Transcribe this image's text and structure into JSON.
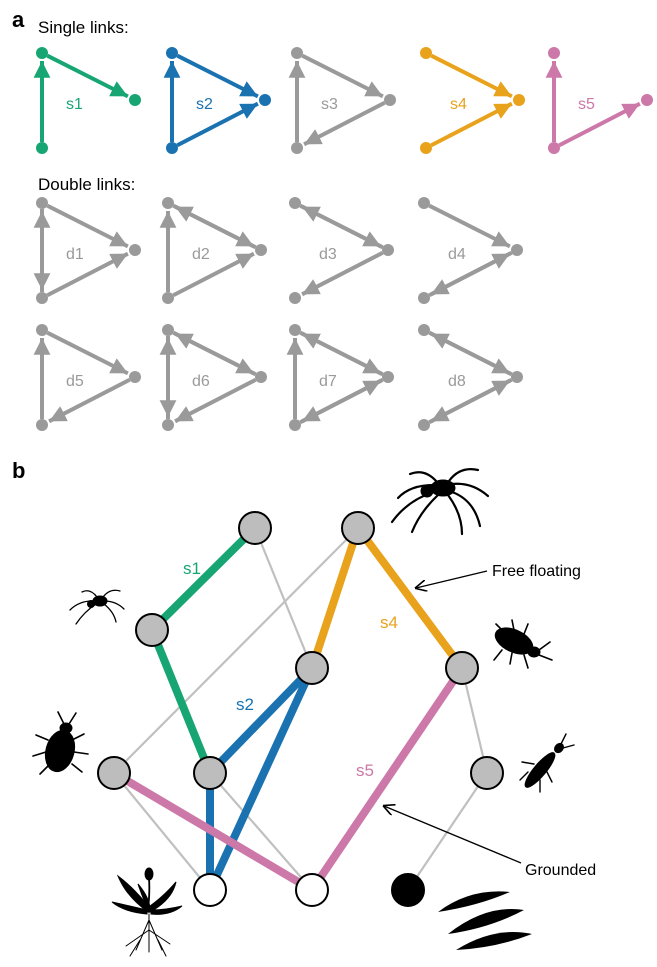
{
  "panel_a": {
    "letter": "a",
    "single_title": "Single links:",
    "double_title": "Double links:",
    "single_motifs": [
      {
        "label": "s1",
        "color": "#17a673",
        "edges": [
          [
            "B",
            "T"
          ],
          [
            "T",
            "R"
          ]
        ]
      },
      {
        "label": "s2",
        "color": "#1a72b0",
        "edges": [
          [
            "B",
            "T"
          ],
          [
            "T",
            "R"
          ],
          [
            "B",
            "R"
          ]
        ]
      },
      {
        "label": "s3",
        "color": "#9a9a9a",
        "edges": [
          [
            "B",
            "T"
          ],
          [
            "T",
            "R"
          ],
          [
            "R",
            "B"
          ]
        ]
      },
      {
        "label": "s4",
        "color": "#e8a21c",
        "edges": [
          [
            "T",
            "R"
          ],
          [
            "B",
            "R"
          ]
        ]
      },
      {
        "label": "s5",
        "color": "#cc78a8",
        "edges": [
          [
            "B",
            "T"
          ],
          [
            "B",
            "R"
          ]
        ]
      }
    ],
    "double_motifs": [
      {
        "label": "d1",
        "color": "#9a9a9a",
        "edges": [
          [
            "B",
            "T"
          ],
          [
            "T",
            "B"
          ],
          [
            "T",
            "R"
          ],
          [
            "B",
            "R"
          ]
        ]
      },
      {
        "label": "d2",
        "color": "#9a9a9a",
        "edges": [
          [
            "T",
            "R"
          ],
          [
            "R",
            "T"
          ],
          [
            "B",
            "T"
          ],
          [
            "B",
            "R"
          ]
        ]
      },
      {
        "label": "d3",
        "color": "#9a9a9a",
        "edges": [
          [
            "T",
            "R"
          ],
          [
            "R",
            "T"
          ],
          [
            "R",
            "B"
          ]
        ]
      },
      {
        "label": "d4",
        "color": "#9a9a9a",
        "edges": [
          [
            "T",
            "R"
          ],
          [
            "R",
            "B"
          ],
          [
            "B",
            "R"
          ]
        ]
      },
      {
        "label": "d5",
        "color": "#9a9a9a",
        "edges": [
          [
            "B",
            "T"
          ],
          [
            "T",
            "R"
          ],
          [
            "R",
            "B"
          ]
        ]
      },
      {
        "label": "d6",
        "color": "#9a9a9a",
        "edges": [
          [
            "B",
            "T"
          ],
          [
            "T",
            "B"
          ],
          [
            "T",
            "R"
          ],
          [
            "R",
            "T"
          ],
          [
            "R",
            "B"
          ]
        ]
      },
      {
        "label": "d7",
        "color": "#9a9a9a",
        "edges": [
          [
            "B",
            "T"
          ],
          [
            "T",
            "R"
          ],
          [
            "R",
            "T"
          ],
          [
            "R",
            "B"
          ],
          [
            "B",
            "R"
          ]
        ]
      },
      {
        "label": "d8",
        "color": "#9a9a9a",
        "edges": [
          [
            "T",
            "R"
          ],
          [
            "R",
            "T"
          ],
          [
            "R",
            "B"
          ],
          [
            "B",
            "R"
          ]
        ]
      }
    ]
  },
  "panel_b": {
    "letter": "b",
    "motif_labels": [
      {
        "text": "s1",
        "color": "#17a673"
      },
      {
        "text": "s2",
        "color": "#1a72b0"
      },
      {
        "text": "s4",
        "color": "#e8a21c"
      },
      {
        "text": "s5",
        "color": "#cc78a8"
      }
    ],
    "annotations": [
      "Free floating",
      "Grounded"
    ],
    "colors": {
      "node_fill": "#bdbdbd",
      "basal_fill": "#ffffff",
      "detritus_fill": "#000000",
      "thin_edge": "#c0c0c0"
    },
    "icons": [
      "spider-icon",
      "small-spider-icon",
      "beetle-icon",
      "bug-icon",
      "elongated-beetle-icon",
      "dandelion-plant-icon",
      "leaf-litter-icon"
    ]
  }
}
